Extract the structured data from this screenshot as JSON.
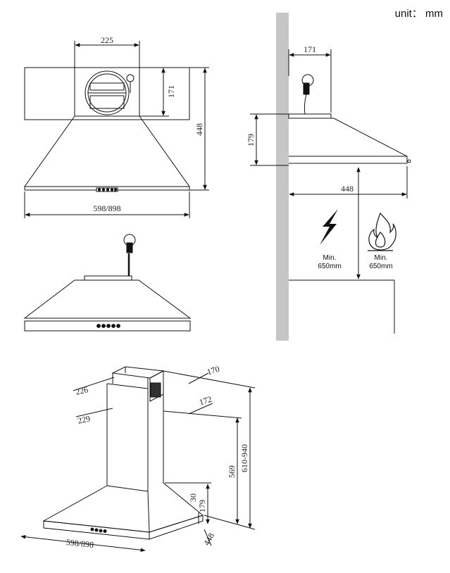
{
  "unit_label": "unit： mm",
  "front_view": {
    "duct_width": "225",
    "duct_height": "171",
    "hood_height": "448",
    "hood_width": "598/898"
  },
  "side_view": {
    "duct_depth": "171",
    "hood_height": "179",
    "hood_depth": "448",
    "electric_clearance": {
      "line1": "Min.",
      "line2": "650mm"
    },
    "gas_clearance": {
      "line1": "Min.",
      "line2": "650mm"
    }
  },
  "iso_view": {
    "top_duct_w": "226",
    "top_duct_d": "170",
    "lower_duct_w": "229",
    "lower_duct_d": "172",
    "total_height": "610-940",
    "chimney_height": "569",
    "canopy_height": "179",
    "rim_height": "30",
    "depth": "448",
    "width": "598/898"
  },
  "icons": [
    "electric-hazard-icon",
    "flame-hazard-icon",
    "plug-icon"
  ]
}
